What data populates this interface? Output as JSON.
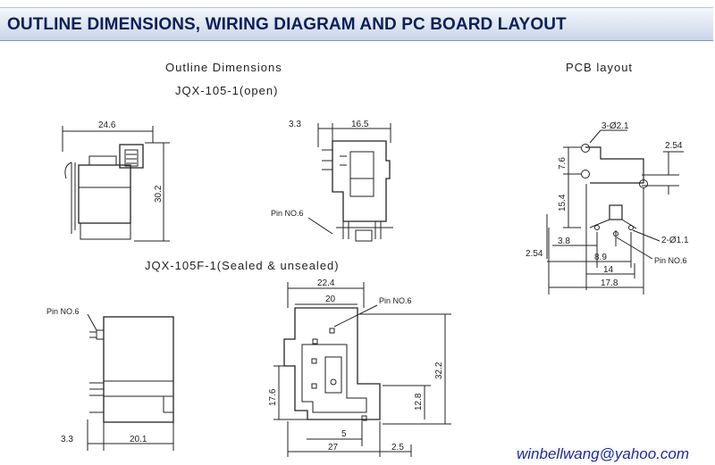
{
  "header": {
    "title": "OUTLINE DIMENSIONS, WIRING DIAGRAM AND PC BOARD LAYOUT"
  },
  "labels": {
    "outline_title": "Outline Dimensions",
    "open_model": "JQX-105-1(open)",
    "pcb_title": "PCB layout",
    "sealed_model": "JQX-105F-1(Sealed & unsealed)"
  },
  "dims": {
    "front_width": "24.6",
    "front_height": "30.2",
    "side_left": "3.3",
    "side_width": "16.5",
    "pin_no6": "Pin NO.6",
    "pcb_hole_big": "3-Ø2.1",
    "pcb_hole_small": "2-Ø1.1",
    "pcb_254_top": "2.54",
    "pcb_76": "7.6",
    "pcb_154": "15.4",
    "pcb_38": "3.8",
    "pcb_254_left": "2.54",
    "pcb_89": "8.9",
    "pcb_14": "14",
    "pcb_178": "17.8",
    "sealed_side_left": "3.3",
    "sealed_side_width": "20.1",
    "bottom_224": "22.4",
    "bottom_20": "20",
    "bottom_322": "32.2",
    "bottom_176": "17.6",
    "bottom_128": "12.8",
    "bottom_5": "5",
    "bottom_27": "27",
    "bottom_25": "2.5"
  },
  "watermark": {
    "email": "winbellwang@yahoo.com"
  }
}
